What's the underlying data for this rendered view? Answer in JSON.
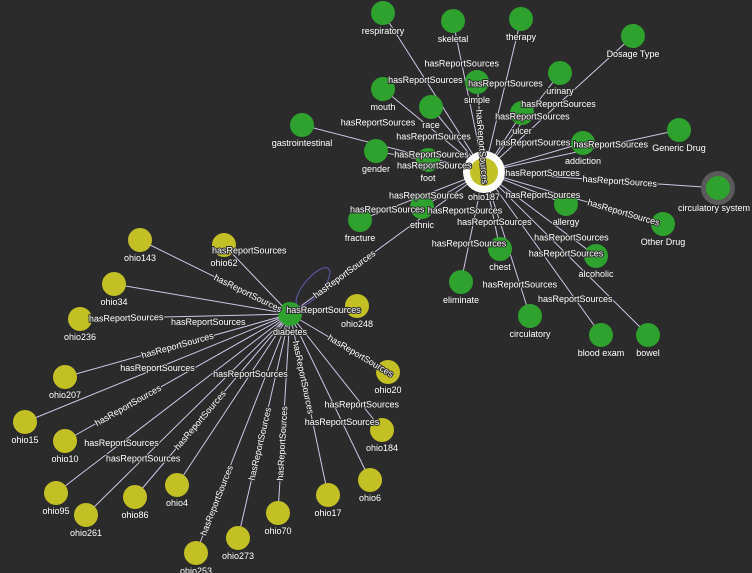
{
  "graph": {
    "edge_label": "hasReportSources",
    "colors": {
      "background": "#2b2b2b",
      "concept_node": "#2ea12e",
      "report_node": "#c2c025",
      "selected_ring": "#ffffff",
      "hover_ring": "#5a5a5a",
      "edge": "#cfc6e6"
    },
    "selected_node": "ohio187",
    "hovered_node": "circulatory system",
    "nodes": [
      {
        "id": "ohio187",
        "type": "report"
      },
      {
        "id": "respiratory",
        "type": "concept"
      },
      {
        "id": "skeletal",
        "type": "concept"
      },
      {
        "id": "therapy",
        "type": "concept"
      },
      {
        "id": "Dosage Type",
        "type": "concept"
      },
      {
        "id": "simple",
        "type": "concept"
      },
      {
        "id": "urinary",
        "type": "concept"
      },
      {
        "id": "mouth",
        "type": "concept"
      },
      {
        "id": "race",
        "type": "concept"
      },
      {
        "id": "ulcer",
        "type": "concept"
      },
      {
        "id": "gastrointestinal",
        "type": "concept"
      },
      {
        "id": "addiction",
        "type": "concept"
      },
      {
        "id": "Generic Drug",
        "type": "concept"
      },
      {
        "id": "gender",
        "type": "concept"
      },
      {
        "id": "foot",
        "type": "concept"
      },
      {
        "id": "circulatory system",
        "type": "concept"
      },
      {
        "id": "fracture",
        "type": "concept"
      },
      {
        "id": "ethnic",
        "type": "concept"
      },
      {
        "id": "allergy",
        "type": "concept"
      },
      {
        "id": "Other Drug",
        "type": "concept"
      },
      {
        "id": "chest",
        "type": "concept"
      },
      {
        "id": "alcoholic",
        "type": "concept"
      },
      {
        "id": "eliminate",
        "type": "concept"
      },
      {
        "id": "circulatory",
        "type": "concept"
      },
      {
        "id": "blood exam",
        "type": "concept"
      },
      {
        "id": "bowel",
        "type": "concept"
      },
      {
        "id": "diabetes",
        "type": "concept"
      },
      {
        "id": "ohio143",
        "type": "report"
      },
      {
        "id": "ohio62",
        "type": "report"
      },
      {
        "id": "ohio34",
        "type": "report"
      },
      {
        "id": "ohio236",
        "type": "report"
      },
      {
        "id": "ohio248",
        "type": "report"
      },
      {
        "id": "ohio20",
        "type": "report"
      },
      {
        "id": "ohio207",
        "type": "report"
      },
      {
        "id": "ohio15",
        "type": "report"
      },
      {
        "id": "ohio10",
        "type": "report"
      },
      {
        "id": "ohio184",
        "type": "report"
      },
      {
        "id": "ohio6",
        "type": "report"
      },
      {
        "id": "ohio95",
        "type": "report"
      },
      {
        "id": "ohio86",
        "type": "report"
      },
      {
        "id": "ohio4",
        "type": "report"
      },
      {
        "id": "ohio17",
        "type": "report"
      },
      {
        "id": "ohio261",
        "type": "report"
      },
      {
        "id": "ohio70",
        "type": "report"
      },
      {
        "id": "ohio273",
        "type": "report"
      },
      {
        "id": "ohio253",
        "type": "report"
      }
    ],
    "edges": [
      [
        "ohio187",
        "respiratory"
      ],
      [
        "ohio187",
        "skeletal"
      ],
      [
        "ohio187",
        "therapy"
      ],
      [
        "ohio187",
        "Dosage Type"
      ],
      [
        "ohio187",
        "simple"
      ],
      [
        "ohio187",
        "urinary"
      ],
      [
        "ohio187",
        "mouth"
      ],
      [
        "ohio187",
        "race"
      ],
      [
        "ohio187",
        "ulcer"
      ],
      [
        "ohio187",
        "gastrointestinal"
      ],
      [
        "ohio187",
        "addiction"
      ],
      [
        "ohio187",
        "Generic Drug"
      ],
      [
        "ohio187",
        "gender"
      ],
      [
        "ohio187",
        "foot"
      ],
      [
        "ohio187",
        "circulatory system"
      ],
      [
        "ohio187",
        "fracture"
      ],
      [
        "ohio187",
        "ethnic"
      ],
      [
        "ohio187",
        "allergy"
      ],
      [
        "ohio187",
        "Other Drug"
      ],
      [
        "ohio187",
        "chest"
      ],
      [
        "ohio187",
        "alcoholic"
      ],
      [
        "ohio187",
        "eliminate"
      ],
      [
        "ohio187",
        "circulatory"
      ],
      [
        "ohio187",
        "blood exam"
      ],
      [
        "ohio187",
        "bowel"
      ],
      [
        "ohio187",
        "diabetes"
      ],
      [
        "ohio143",
        "diabetes"
      ],
      [
        "ohio62",
        "diabetes"
      ],
      [
        "ohio34",
        "diabetes"
      ],
      [
        "ohio236",
        "diabetes"
      ],
      [
        "ohio248",
        "diabetes"
      ],
      [
        "ohio20",
        "diabetes"
      ],
      [
        "ohio207",
        "diabetes"
      ],
      [
        "ohio15",
        "diabetes"
      ],
      [
        "ohio10",
        "diabetes"
      ],
      [
        "ohio184",
        "diabetes"
      ],
      [
        "ohio6",
        "diabetes"
      ],
      [
        "ohio95",
        "diabetes"
      ],
      [
        "ohio86",
        "diabetes"
      ],
      [
        "ohio4",
        "diabetes"
      ],
      [
        "ohio17",
        "diabetes"
      ],
      [
        "ohio261",
        "diabetes"
      ],
      [
        "ohio70",
        "diabetes"
      ],
      [
        "ohio273",
        "diabetes"
      ],
      [
        "ohio253",
        "diabetes"
      ]
    ]
  }
}
